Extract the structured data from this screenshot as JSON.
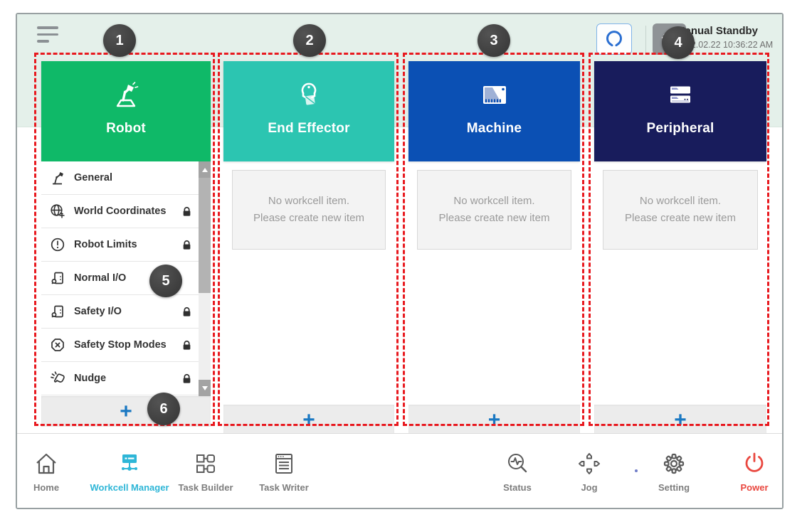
{
  "topbar": {
    "status_title": "Manual Standby",
    "status_datetime": "2022.02.22 10:36:22 AM"
  },
  "badges": {
    "b1": "1",
    "b2": "2",
    "b3": "3",
    "b4": "4",
    "b5": "5",
    "b6": "6"
  },
  "columns": {
    "robot": {
      "title": "Robot",
      "add_label": "+",
      "items": [
        {
          "label": "General",
          "locked": false
        },
        {
          "label": "World Coordinates",
          "locked": true
        },
        {
          "label": "Robot Limits",
          "locked": true
        },
        {
          "label": "Normal I/O",
          "locked": false
        },
        {
          "label": "Safety I/O",
          "locked": true
        },
        {
          "label": "Safety Stop Modes",
          "locked": true
        },
        {
          "label": "Nudge",
          "locked": true
        }
      ]
    },
    "end_effector": {
      "title": "End Effector",
      "add_label": "+",
      "empty_line1": "No workcell item.",
      "empty_line2": "Please create new item"
    },
    "machine": {
      "title": "Machine",
      "add_label": "+",
      "empty_line1": "No workcell item.",
      "empty_line2": "Please create new item"
    },
    "peripheral": {
      "title": "Peripheral",
      "add_label": "+",
      "empty_line1": "No workcell item.",
      "empty_line2": "Please create new item"
    }
  },
  "nav": {
    "home": "Home",
    "workcell_manager": "Workcell Manager",
    "task_builder": "Task Builder",
    "task_writer": "Task Writer",
    "status": "Status",
    "jog": "Jog",
    "setting": "Setting",
    "power": "Power"
  },
  "colors": {
    "robot_header": "#0fb968",
    "end_effector_header": "#2cc5b1",
    "machine_header": "#0b50b4",
    "peripheral_header": "#181c5c",
    "annotation_red": "#e8191f",
    "active_nav": "#2eb6d7",
    "power_red": "#e9473f",
    "plus_blue": "#1a78c2",
    "header_band": "#e4f0ea"
  },
  "icons": {
    "menu": "hamburger-lines",
    "tool_shortcut": "gripper-outline",
    "hand_guide": "hand",
    "robot": "robot-arm",
    "end_effector": "gripper-with-box",
    "machine": "cnc-machine",
    "peripheral": "server-stack",
    "lock": "padlock",
    "scroll": "up-down-arrows",
    "nav": [
      "home",
      "workcell-network",
      "task-blocks",
      "task-document",
      "status-pulse-magnifier",
      "jog-dpad",
      "setting-gear",
      "power-symbol"
    ]
  }
}
